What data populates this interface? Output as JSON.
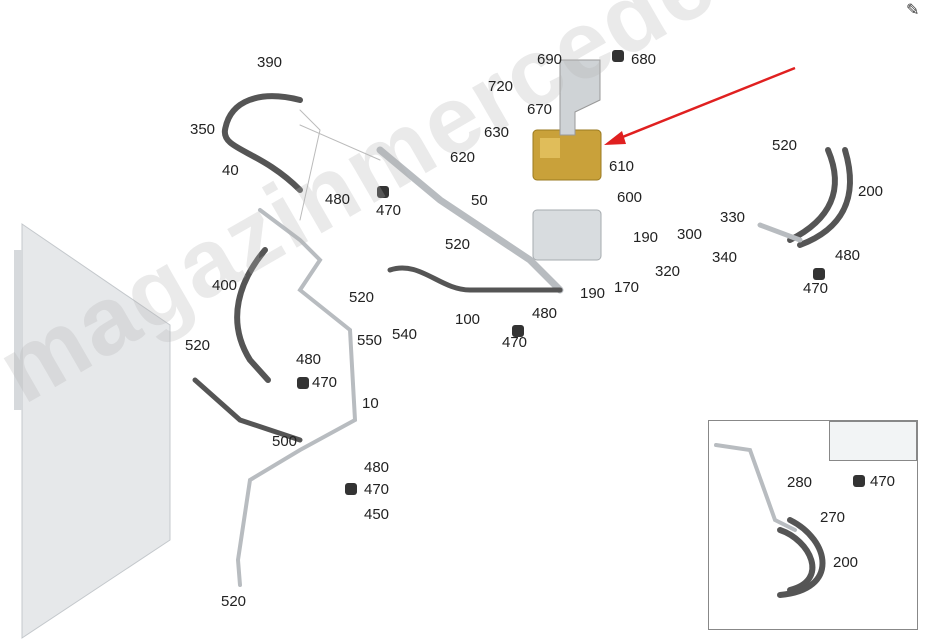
{
  "watermark": "magazinmercedes.ru",
  "edit_icon": "edit-icon",
  "accent_arrow_color": "#e02020",
  "part_color_highlight": "#c9a13a",
  "labels": [
    "390",
    "350",
    "40",
    "480",
    "470",
    "50",
    "720",
    "690",
    "680",
    "670",
    "630",
    "620",
    "610",
    "600",
    "520",
    "200",
    "330",
    "300",
    "190",
    "320",
    "340",
    "170",
    "190",
    "480",
    "470",
    "520",
    "520",
    "100",
    "480",
    "470",
    "550",
    "540",
    "400",
    "520",
    "480",
    "470",
    "10",
    "500",
    "480",
    "470",
    "450",
    "520"
  ],
  "inset_labels": [
    "280",
    "470",
    "270",
    "200"
  ]
}
